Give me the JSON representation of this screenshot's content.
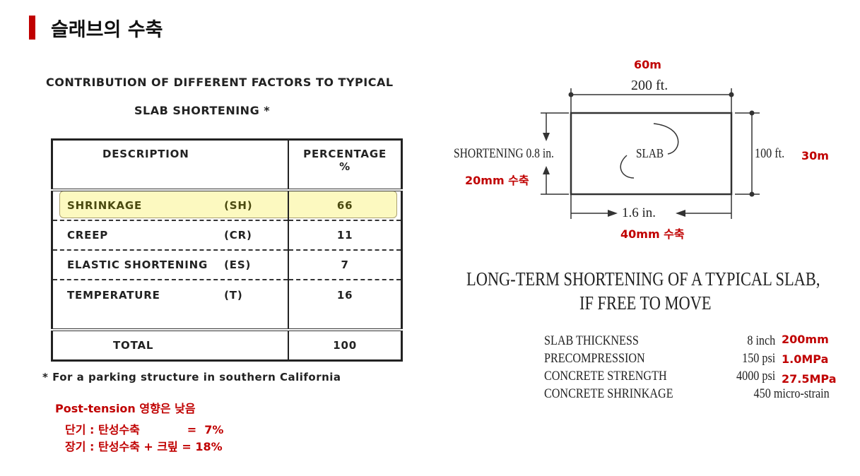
{
  "title": "슬래브의 수축",
  "table_caption": {
    "line1": "CONTRIBUTION OF DIFFERENT FACTORS TO TYPICAL",
    "line2": "SLAB SHORTENING *"
  },
  "table": {
    "headers": [
      "DESCRIPTION",
      "PERCENTAGE",
      "%"
    ],
    "rows": [
      {
        "desc": "SHRINKAGE",
        "abbr": "(SH)",
        "pct": "66"
      },
      {
        "desc": "CREEP",
        "abbr": "(CR)",
        "pct": "11"
      },
      {
        "desc": "ELASTIC SHORTENING",
        "abbr": "(ES)",
        "pct": "7"
      },
      {
        "desc": "TEMPERATURE",
        "abbr": "(T)",
        "pct": "16"
      }
    ],
    "total_label": "TOTAL",
    "total_value": "100"
  },
  "footnote": "* For a parking structure in southern California",
  "notes": {
    "line1": "Post-tension 영향은 낮음",
    "line2": "단기 : 탄성수축            =  7%",
    "line3": "장기 : 탄성수축 + 크맆 = 18%"
  },
  "diagram": {
    "length": "200 ft.",
    "length_metric": "60m",
    "width": "100 ft.",
    "width_metric": "30m",
    "slab": "SLAB",
    "short_side": "SHORTENING 0.8 in.",
    "short_side_metric": "20mm 수축",
    "short_long": "1.6 in.",
    "short_long_metric": "40mm 수축"
  },
  "diagram_title": {
    "line1": "LONG-TERM SHORTENING OF A TYPICAL SLAB,",
    "line2": "IF FREE TO MOVE"
  },
  "specs": [
    {
      "label": "SLAB THICKNESS",
      "value": "8 inch",
      "metric": "200mm"
    },
    {
      "label": "PRECOMPRESSION",
      "value": "150 psi",
      "metric": "1.0MPa"
    },
    {
      "label": "CONCRETE STRENGTH",
      "value": "4000 psi",
      "metric": "27.5MPa"
    },
    {
      "label": "CONCRETE SHRINKAGE",
      "value": "450 micro-strain",
      "metric": ""
    }
  ],
  "colors": {
    "accent": "#c00000",
    "highlight": "#faf596"
  }
}
